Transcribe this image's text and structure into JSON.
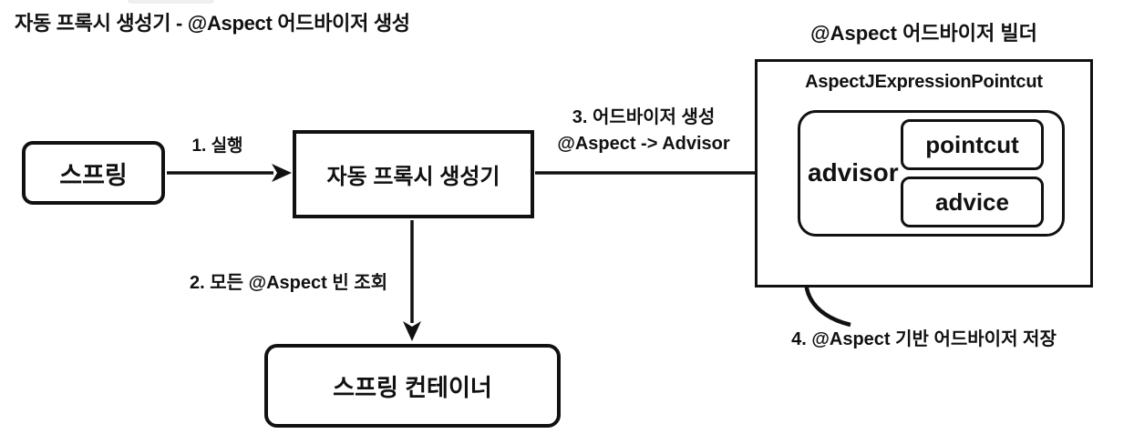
{
  "colors": {
    "ink": "#111111",
    "background": "#ffffff"
  },
  "page": {
    "title": "자동 프록시 생성기 - @Aspect 어드바이저 생성"
  },
  "nodes": {
    "spring": "스프링",
    "proxy_creator": "자동 프록시 생성기",
    "spring_container": "스프링 컨테이너"
  },
  "builder": {
    "title": "@Aspect 어드바이저 빌더",
    "pointcut_class": "AspectJExpressionPointcut",
    "advisor_label": "advisor",
    "pointcut_label": "pointcut",
    "advice_label": "advice"
  },
  "steps": {
    "step1": "1. 실행",
    "step2": "2. 모든 @Aspect 빈 조회",
    "step3_line1": "3. 어드바이저 생성",
    "step3_line2": "@Aspect -> Advisor",
    "step4": "4. @Aspect 기반 어드바이저 저장"
  }
}
